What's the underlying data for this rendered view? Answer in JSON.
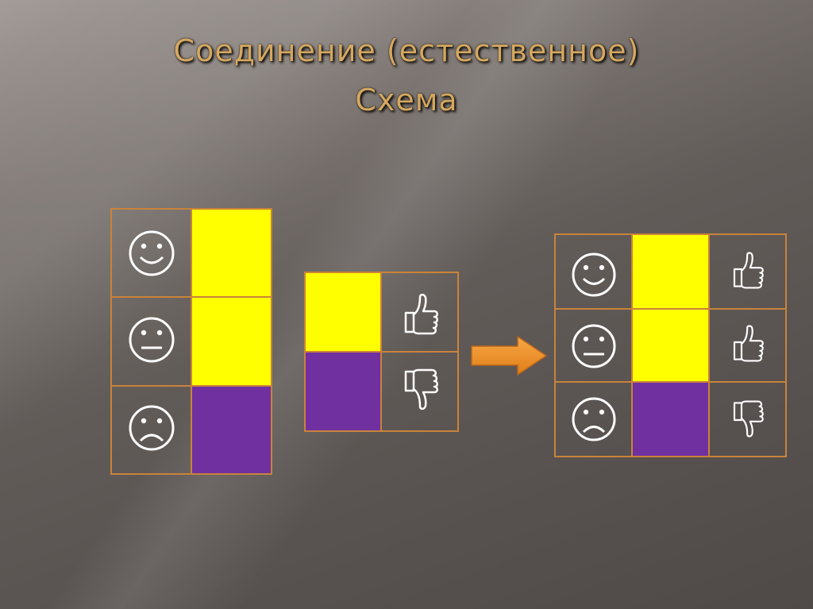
{
  "slide": {
    "title_line1": "Соединение (естественное)",
    "title_line2": "Схема"
  },
  "colors": {
    "border": "#c9833a",
    "yellow": "#ffff00",
    "purple": "#7030a0",
    "arrow": "#f0902a"
  },
  "tables": {
    "left": {
      "rows": [
        {
          "icon": "☺",
          "icon_name": "smiley-icon",
          "color": "yellow"
        },
        {
          "icon": "😐",
          "icon_name": "neutral-face-icon",
          "color": "yellow"
        },
        {
          "icon": "☹",
          "icon_name": "frown-icon",
          "color": "purple"
        }
      ]
    },
    "middle": {
      "rows": [
        {
          "color": "yellow",
          "icon": "👍",
          "icon_name": "thumbs-up-icon"
        },
        {
          "color": "purple",
          "icon": "👎",
          "icon_name": "thumbs-down-icon"
        }
      ]
    },
    "right": {
      "rows": [
        {
          "icon": "☺",
          "icon_name": "smiley-icon",
          "color": "yellow",
          "hand": "👍",
          "hand_name": "thumbs-up-icon"
        },
        {
          "icon": "😐",
          "icon_name": "neutral-face-icon",
          "color": "yellow",
          "hand": "👍",
          "hand_name": "thumbs-up-icon"
        },
        {
          "icon": "☹",
          "icon_name": "frown-icon",
          "color": "purple",
          "hand": "👎",
          "hand_name": "thumbs-down-icon"
        }
      ]
    }
  }
}
